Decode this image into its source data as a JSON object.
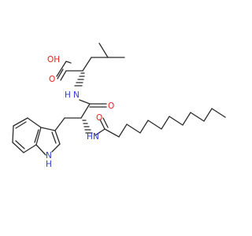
{
  "structure": {
    "atom_labels": {
      "oh": "OH",
      "o_acid": "O",
      "nh_top": "N",
      "h_top": "H",
      "o_amide1": "O",
      "nh_mid": "N",
      "h_mid": "H",
      "o_amide2": "O",
      "nh_ring": "N",
      "h_ring": "H"
    },
    "colors": {
      "bond": "#2b2b2b",
      "oxygen": "#e8231f",
      "nitrogen": "#2f3bd6",
      "background": "#ffffff"
    }
  }
}
